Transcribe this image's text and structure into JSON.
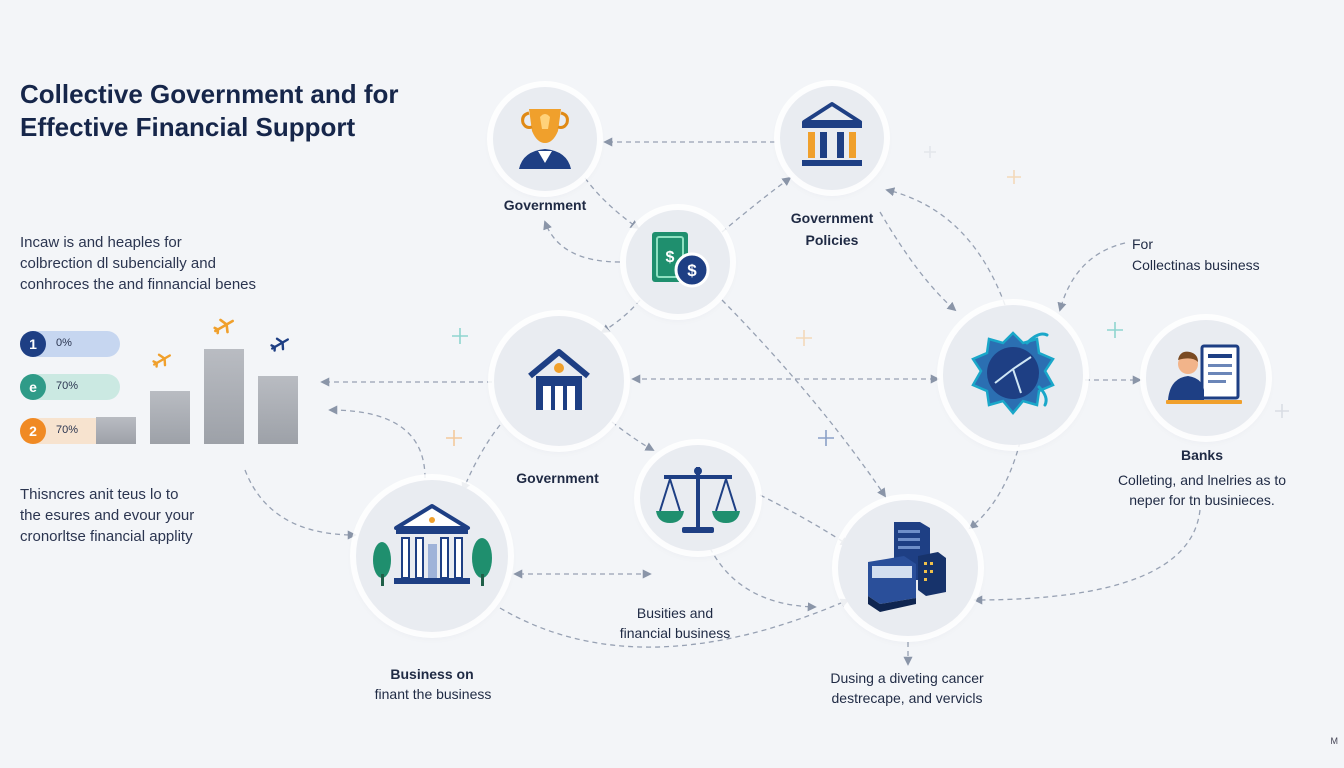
{
  "title": "Collective Government and for Effective Financial Support",
  "left_text_top": [
    "Incaw is and heaples for",
    "colbrection dl subencially and",
    "conhroces the and finnancial benes"
  ],
  "left_text_bottom": [
    "Thisncres anit teus lo to",
    "the esures and evour your",
    "cronorltse financial applity"
  ],
  "bar_chart": {
    "legend": [
      {
        "num": "1",
        "pct": "0%",
        "color": "#1e3f84",
        "pill": "#c6d6f0"
      },
      {
        "num": "e",
        "pct": "70%",
        "color": "#2f9b88",
        "pill": "#cbe9e2"
      },
      {
        "num": "2",
        "pct": "70%",
        "color": "#f08a24",
        "pill": "#f7e3cf"
      }
    ],
    "values": [
      0.27,
      0.53,
      0.95,
      0.68
    ]
  },
  "nodes": {
    "government_top": {
      "label": "Government",
      "icon": "trophy-person-icon"
    },
    "government_policies": {
      "label": "Government\nPolicies",
      "icon": "bank-building-icon"
    },
    "money": {
      "icon": "money-dollar-icon"
    },
    "government_mid": {
      "label": "Government",
      "icon": "house-icon"
    },
    "justice": {
      "icon": "scales-icon"
    },
    "bank_hub": {
      "icon": "network-globe-icon"
    },
    "banks_person": {
      "icon": "person-document-icon"
    },
    "business_bank": {
      "label": "Business on",
      "sublabel": "finant the business",
      "icon": "bank-trees-icon"
    },
    "server": {
      "icon": "server-rack-icon"
    }
  },
  "texts": {
    "for_label": "For",
    "collectinas": "Collectinas business",
    "banks_title": "Banks",
    "banks_desc": [
      "Colleting, and lnelries as to",
      "neper for tn businieces."
    ],
    "busities": [
      "Busities and",
      "financial business"
    ],
    "dusing": [
      "Dusing a diveting cancer",
      "destrecape, and vervicls"
    ]
  },
  "colors": {
    "navy": "#1e3f84",
    "teal": "#2f9b88",
    "orange": "#f08a24",
    "gold": "#e8a73a",
    "green": "#1f8f6e"
  },
  "corner_mark": "M"
}
